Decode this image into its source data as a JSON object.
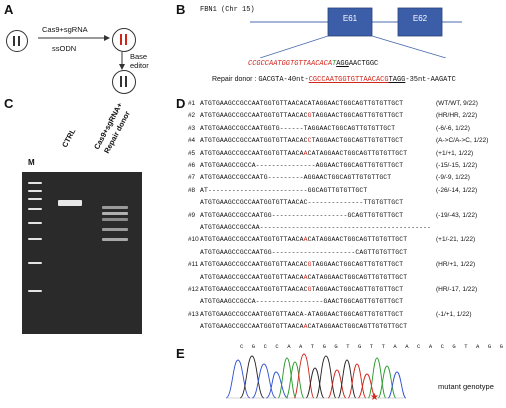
{
  "panels": {
    "a": "A",
    "b": "B",
    "c": "C",
    "d": "D",
    "e": "E"
  },
  "panel_a": {
    "reagent_top": "Cas9+sgRNA",
    "reagent_bottom": "ssODN",
    "base_editor_line1": "Base",
    "base_editor_line2": "editor"
  },
  "panel_b": {
    "gene_label": "FBN1 (Chr 15)",
    "exon1": "E61",
    "exon2": "E62",
    "target_prefix": "C",
    "target_seq": "CGCCAATGGTGTTAACACA",
    "target_mut": "T",
    "target_pam": "AGG",
    "target_suffix": "AACTGGC",
    "donor_label": "Repair donor :",
    "donor_left": "GACGTA-40nt-",
    "donor_seq": "CGCCAATGGTGTTAACACG",
    "donor_pam": "TAGG",
    "donor_right": "-35nt-AAGATC"
  },
  "panel_c": {
    "marker": "M",
    "lane_ctrl": "CTRL",
    "lane_treated_1": "Cas9+sgRNA+",
    "lane_treated_2": "Repair donor"
  },
  "panel_d": {
    "rows": [
      {
        "num": "#1",
        "a": "ATGTGAAGCCGCCAATGGTGTTAACACAT",
        "r": "",
        "b": "AGGAACTGGCAGTTGTGTTGCT",
        "ann": "(WT/WT, 9/22)"
      },
      {
        "num": "#2",
        "a": "ATGTGAAGCCGCCAATGGTGTTAACAC",
        "r": "G",
        "b": "TAGGAACTGGCAGTTGTGTTGCT",
        "ann": "(HR/HR, 2/22)"
      },
      {
        "num": "#3",
        "a": "ATGTGAAGCCGCCAATGGTG------TAGGAACTGGCAGTTGTGTTGCT",
        "r": "",
        "b": "",
        "ann": "(-6/-6, 1/22)"
      },
      {
        "num": "#4",
        "a": "ATGTGAAGCCGCCAATGGTGTTAACAC",
        "r": "C",
        "b": "TAGGAACTGGCAGTTGTGTTGCT",
        "ann": "(A->C/A->C, 1/22)"
      },
      {
        "num": "#5",
        "a": "ATGTGAAGCCGCCAATGGTGTTAACA",
        "r": "A",
        "b": "CATAGGAACTGGCAGTTGTGTTGCT",
        "ann": "(+1/+1, 1/22)"
      },
      {
        "num": "#6",
        "a": "ATGTGAAGCCGCCA---------------AGGAACTGGCAGTTGTGTTGCT",
        "r": "",
        "b": "",
        "ann": "(-15/-15, 1/22)"
      },
      {
        "num": "#7",
        "a": "ATGTGAAGCCGCCAATG---------AGGAACTGGCAGTTGTGTTGCT",
        "r": "",
        "b": "",
        "ann": "(-9/-9, 1/22)"
      },
      {
        "num": "#8",
        "a": "AT-------------------------GGCAGTTGTGTTGCT",
        "r": "",
        "b": "",
        "ann": "(-26/-14, 1/22)"
      },
      {
        "num": "",
        "a": "ATGTGAAGCCGCCAATGGTGTTAACAC--------------TTGTGTTGCT",
        "r": "",
        "b": "",
        "ann": ""
      },
      {
        "num": "#9",
        "a": "ATGTGAAGCCGCCAATGG-------------------GCAGTTGTGTTGCT",
        "r": "",
        "b": "",
        "ann": "(-19/-43, 1/22)"
      },
      {
        "num": "",
        "a": "ATGTGAAGCCGCCAA-------------------------------------------",
        "r": "",
        "b": "",
        "ann": ""
      },
      {
        "num": "#10",
        "a": "ATGTGAAGCCGCCAATGGTGTTAACA",
        "r": "A",
        "b": "CATAGGAACTGGCAGTTGTGTTGCT",
        "ann": "(+1/-21, 1/22)"
      },
      {
        "num": "",
        "a": "ATGTGAAGCCGCCAATGG---------------------CAGTTGTGTTGCT",
        "r": "",
        "b": "",
        "ann": ""
      },
      {
        "num": "#11",
        "a": "ATGTGAAGCCGCCAATGGTGTTAACAC",
        "r": "G",
        "b": "TAGGAACTGGCAGTTGTGTTGCT",
        "ann": "(HR/+1, 1/22)"
      },
      {
        "num": "",
        "a": "ATGTGAAGCCGCCAATGGTGTTAACA",
        "r": "A",
        "b": "CATAGGAACTGGCAGTTGTGTTGCT",
        "ann": ""
      },
      {
        "num": "#12",
        "a": "ATGTGAAGCCGCCAATGGTGTTAACAC",
        "r": "G",
        "b": "TAGGAACTGGCAGTTGTGTTGCT",
        "ann": "(HR/-17, 1/22)"
      },
      {
        "num": "",
        "a": "ATGTGAAGCCGCCA-----------------GAACTGGCAGTTGTGTTGCT",
        "r": "",
        "b": "",
        "ann": ""
      },
      {
        "num": "#13",
        "a": "ATGTGAAGCCGCCAATGGTGTTAACA-A",
        "r": "",
        "b": "TAGGAACTGGCAGTTGTGTTGCT",
        "ann": "(-1/+1, 1/22)"
      },
      {
        "num": "",
        "a": "ATGTGAAGCCGCCAATGGTGTTAACA",
        "r": "A",
        "b": "CATAGGAACTGGCAGTTGTGTTGCT",
        "ann": ""
      }
    ]
  },
  "panel_e": {
    "bases": "C G C C A A T G G T G T T A A C A C G T A G G",
    "caption": "mutant genotype"
  },
  "colors": {
    "red": "#d0251b",
    "exon_fill": "#3c5ea8",
    "line": "#4a6bb0",
    "trace_a": "#2a9a2a",
    "trace_c": "#2b4fd0",
    "trace_g": "#222222",
    "trace_t": "#d0251b"
  }
}
